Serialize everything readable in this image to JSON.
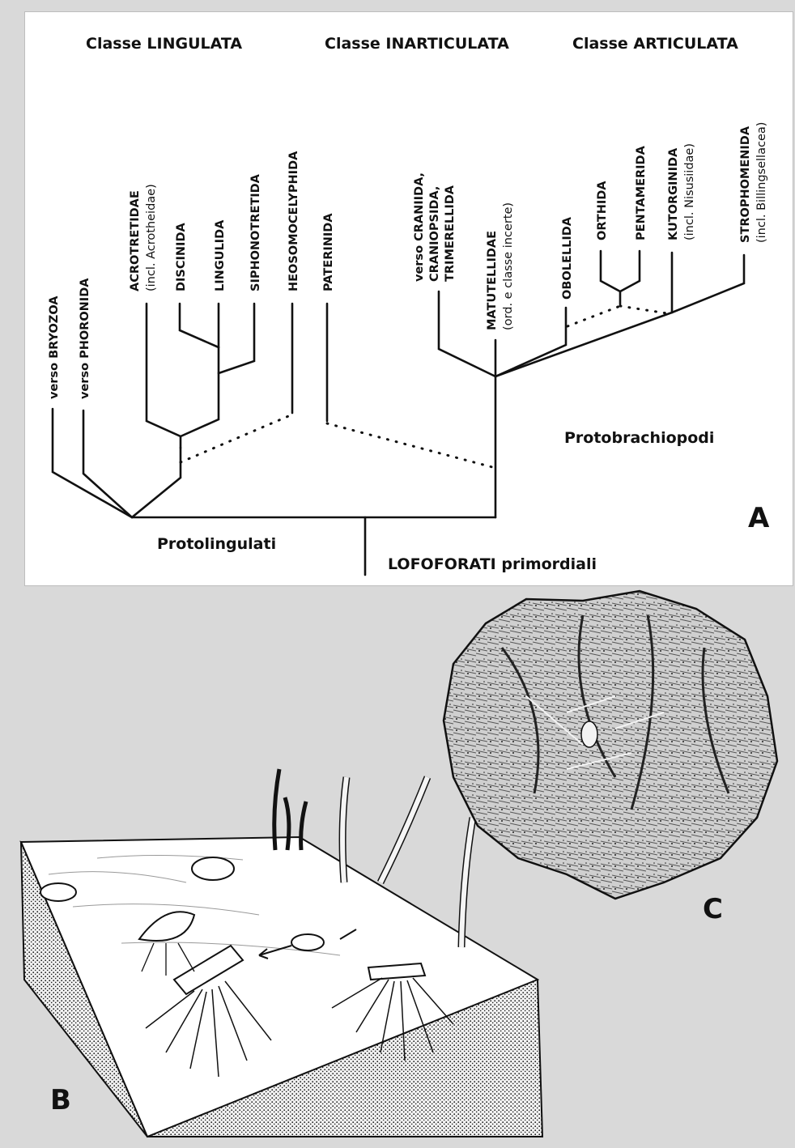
{
  "panel_a": {
    "classes": [
      "Classe LINGULATA",
      "Classe INARTICULATA",
      "Classe ARTICULATA"
    ],
    "taxa": {
      "bryozoa": "verso BRYOZOA",
      "phoronida": "verso PHORONIDA",
      "acrotretidae_1": "ACROTRETIDAE",
      "acrotretidae_2": "(incl. Acrotheidae)",
      "discinida": "DISCINIDA",
      "lingulida": "LINGULIDA",
      "siphonotretida": "SIPHONOTRETIDA",
      "heosomocelyphida": "HEOSOMOCELYPHIDA",
      "paterinida": "PATERINIDA",
      "craniida_1": "verso CRANIIDA,",
      "craniida_2": "CRANIOPSIDA,",
      "craniida_3": "TRIMERELLIDA",
      "matutellidae_1": "MATUTELLIDAE",
      "matutellidae_2": "(ord. e classe incerte)",
      "obolellida": "OBOLELLIDA",
      "orthida": "ORTHIDA",
      "pentamerida": "PENTAMERIDA",
      "kutorginida_1": "KUTORGINIDA",
      "kutorginida_2": "(incl. Nisusiidae)",
      "strophomenida_1": "STROPHOMENIDA",
      "strophomenida_2": "(incl. Billingsellacea)"
    },
    "groups": {
      "protobrachiopodi": "Protobrachiopodi",
      "protolingulati": "Protolingulati",
      "lofoforati": "LOFOFORATI primordiali"
    },
    "letter": "A"
  },
  "panel_b": {
    "letter": "B"
  },
  "panel_c": {
    "letter": "C"
  },
  "colors": {
    "ink": "#111111",
    "panel_bg": "#ffffff",
    "page_bg": "#d9d9d9"
  }
}
